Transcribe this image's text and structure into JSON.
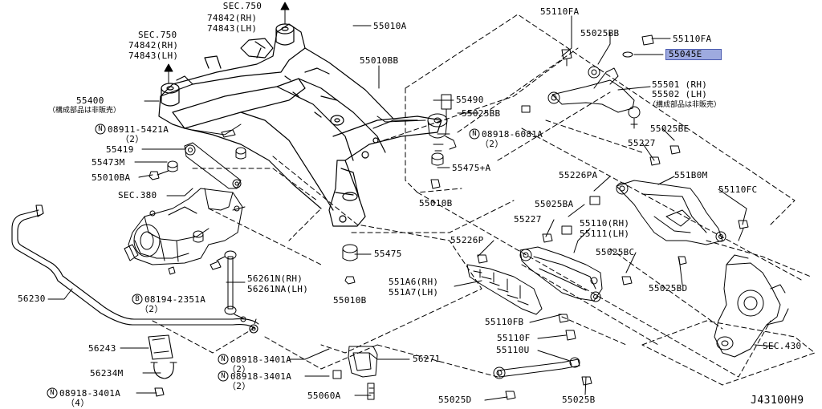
{
  "figure_code": "J43100H9",
  "highlight_color": "#9eaadf",
  "labels": {
    "sec750_top": "SEC.750",
    "part_74842_rh_top": "74842(RH)",
    "part_74843_lh_top": "74843(LH)",
    "sec750_left": "SEC.750",
    "part_74842_rh_left": "74842(RH)",
    "part_74843_lh_left": "74843(LH)",
    "part_55010a": "55010A",
    "part_55010bb": "55010BB",
    "part_55400": "55400",
    "note_55400": "（構成部品は非販売）",
    "part_08911_5421a": "08911-5421A",
    "qty_08911": "（2）",
    "part_55419": "55419",
    "part_55473m": "55473M",
    "part_55010ba": "55010BA",
    "sec380": "SEC.380",
    "part_56230": "56230",
    "part_08194_2351a": "08194-2351A",
    "qty_08194": "（2）",
    "part_56243": "56243",
    "part_56234m": "56234M",
    "part_08918_3401a_left": "08918-3401A",
    "qty_08918_left": "（4）",
    "part_56261n": "56261N(RH)",
    "part_56261na": "56261NA(LH)",
    "part_08918_3401a_mid1": "08918-3401A",
    "qty_mid1": "（2）",
    "part_08918_3401a_mid2": "08918-3401A",
    "qty_mid2": "（2）",
    "part_56271": "56271",
    "part_55060a": "55060A",
    "part_55475": "55475",
    "part_55010b_lower": "55010B",
    "part_55490": "55490",
    "part_55025bb_mid": "55025BB",
    "part_08918_6081a": "08918-6081A",
    "qty_6081": "（2）",
    "part_55475a": "55475+A",
    "part_55010b_mid": "55010B",
    "part_55110fa_top": "55110FA",
    "part_55025bb_top": "55025BB",
    "part_55110fa_right": "55110FA",
    "part_55045e": "55045E",
    "part_55501": "55501 (RH)",
    "part_55502": "55502 (LH)",
    "note_55501": "（構成部品は非販売）",
    "part_55025be": "55025BE",
    "part_55227_top": "55227",
    "part_55226pa": "55226PA",
    "part_551b0m": "551B0M",
    "part_55110fc": "55110FC",
    "part_55025ba": "55025BA",
    "part_55227_mid": "55227",
    "part_55110_rh": "55110(RH)",
    "part_55111_lh": "55111(LH)",
    "part_55226p": "55226P",
    "part_55025bc": "55025BC",
    "part_551a6": "551A6(RH)",
    "part_551a7": "551A7(LH)",
    "part_55025bd": "55025BD",
    "part_55110fb": "55110FB",
    "part_55110f": "55110F",
    "part_55110u": "55110U",
    "part_55025d": "55025D",
    "part_55025b": "55025B",
    "sec430": "SEC.430",
    "circle_n": "N",
    "circle_b": "B"
  }
}
